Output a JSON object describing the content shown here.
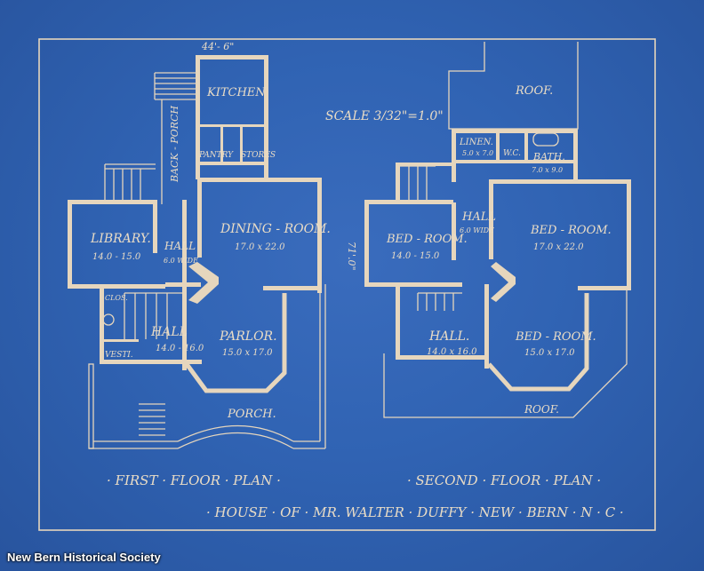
{
  "first_floor": {
    "dimension_top": "44'- 6\"",
    "kitchen": "KITCHEN",
    "back_porch": "BACK - PORCH",
    "pantry": "PANTRY",
    "stores": "STORES",
    "dining_room": "DINING - ROOM.",
    "dining_room_size": "17.0 x 22.0",
    "library": "LIBRARY.",
    "library_size": "14.0 - 15.0",
    "hall_small": "HALL",
    "hall_small_size": "6.0 WIDE",
    "clos": "CLOS.",
    "hall": "HALL",
    "hall_size": "14.0 - 16.0",
    "vesti": "VESTI.",
    "parlor": "PARLOR.",
    "parlor_size": "15.0 x 17.0",
    "porch": "PORCH.",
    "title": "· FIRST · FLOOR · PLAN ·"
  },
  "scale": "SCALE 3/32\"=1.0\"",
  "dimension_side": "71'.0\"",
  "second_floor": {
    "roof_top": "ROOF.",
    "linen": "LINEN.",
    "linen_size": "5.0 x 7.0",
    "wc": "W.C.",
    "bath": "BATH.",
    "bath_size": "7.0 x 9.0",
    "hall_upper": "HALL",
    "hall_upper_size": "6.0 WIDE",
    "bed_room_left": "BED - ROOM.",
    "bed_room_left_size": "14.0 - 15.0",
    "bed_room_right": "BED - ROOM.",
    "bed_room_right_size": "17.0 x 22.0",
    "hall": "HALL.",
    "hall_size": "14.0 x 16.0",
    "bed_room_lower": "BED - ROOM.",
    "bed_room_lower_size": "15.0 x 17.0",
    "roof_bottom": "ROOF.",
    "title": "· SECOND · FLOOR · PLAN ·"
  },
  "house_title": "· HOUSE · OF · MR. WALTER · DUFFY · NEW · BERN · N · C ·",
  "credit": "New Bern Historical Society"
}
